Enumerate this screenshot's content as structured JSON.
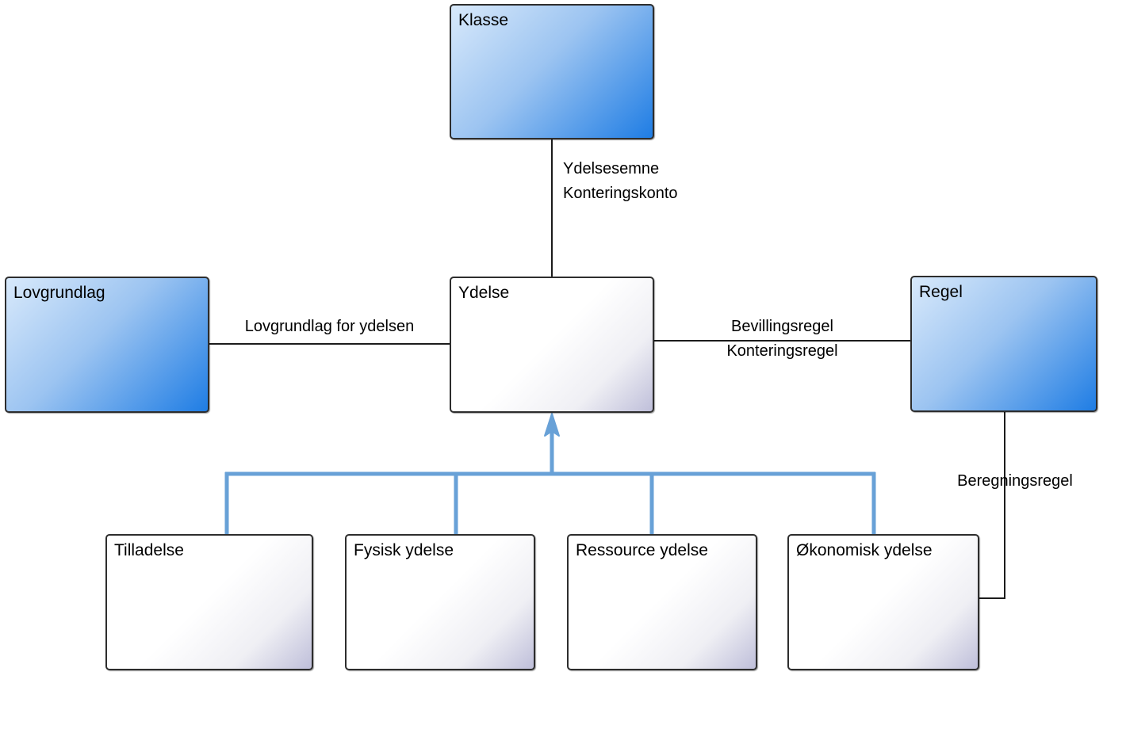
{
  "diagram": {
    "nodes": [
      {
        "id": "klasse",
        "label": "Klasse",
        "style": "blue"
      },
      {
        "id": "lovgrundlag",
        "label": "Lovgrundlag",
        "style": "blue"
      },
      {
        "id": "ydelse",
        "label": "Ydelse",
        "style": "white"
      },
      {
        "id": "regel",
        "label": "Regel",
        "style": "blue"
      },
      {
        "id": "tilladelse",
        "label": "Tilladelse",
        "style": "white"
      },
      {
        "id": "fysisk-ydelse",
        "label": "Fysisk ydelse",
        "style": "white"
      },
      {
        "id": "ressource-ydelse",
        "label": "Ressource ydelse",
        "style": "white"
      },
      {
        "id": "okonomisk-ydelse",
        "label": "Økonomisk ydelse",
        "style": "white"
      }
    ],
    "edge_labels": {
      "ydelsesemne": "Ydelsesemne",
      "konteringskonto": "Konteringskonto",
      "lovgrundlag_for_ydelsen": "Lovgrundlag for ydelsen",
      "bevillingsregel": "Bevillingsregel",
      "konteringsregel": "Konteringsregel",
      "beregningsregel": "Beregningsregel"
    },
    "colors": {
      "node_blue_light": "#d8e9fb",
      "node_blue_dark": "#1f7de4",
      "node_white_lavender": "#bfbfda",
      "connector_black": "#1c1c1c",
      "inheritance_blue": "#68a1d7",
      "text": "#000000",
      "background": "#ffffff"
    }
  }
}
